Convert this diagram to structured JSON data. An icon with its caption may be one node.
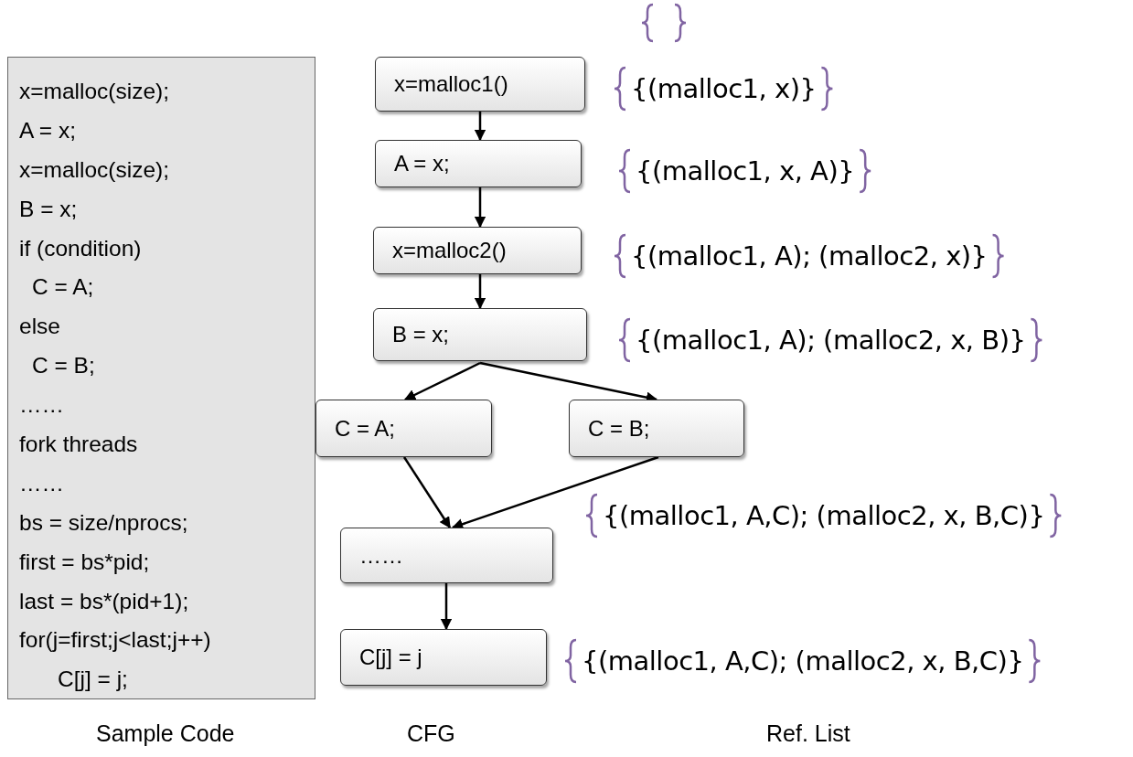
{
  "diagram": {
    "nodes": [
      {
        "text": [
          "x=malloc(size);",
          "A = x;",
          "x=malloc(size);",
          "B = x;",
          "if (condition)",
          "C = A;",
          "else",
          "C = B;",
          "……",
          "fork threads",
          "……",
          "bs = size/nprocs;",
          "first = bs*pid;",
          "last = bs*(pid+1);",
          "for(j=first;j<last;j++)",
          "C[j] = j;"
        ]
      },
      {
        "text": [
          "x=malloc1()"
        ]
      },
      {
        "text": [
          "A = x;"
        ]
      },
      {
        "text": [
          "x=malloc2()"
        ]
      },
      {
        "text": [
          "B = x;"
        ]
      },
      {
        "text": [
          "C = A;"
        ]
      },
      {
        "text": [
          "C = B;"
        ]
      },
      {
        "text": [
          "……"
        ]
      },
      {
        "text": [
          "C[j] = j"
        ]
      }
    ],
    "edges": [
      {
        "from": 1,
        "to": 2,
        "arrow": "to"
      },
      {
        "from": 2,
        "to": 3,
        "arrow": "to"
      },
      {
        "from": 3,
        "to": 4,
        "arrow": "to"
      },
      {
        "from": 4,
        "to": 5,
        "arrow": "to"
      },
      {
        "from": 4,
        "to": 6,
        "arrow": "to"
      },
      {
        "from": 5,
        "to": 7,
        "arrow": "to"
      },
      {
        "from": 6,
        "to": 7,
        "arrow": "to"
      },
      {
        "from": 7,
        "to": 8,
        "arrow": "to"
      }
    ],
    "labels": [
      "{(malloc1, x)}",
      "{(malloc1, x, A)}",
      "{(malloc1, A); (malloc2, x)}",
      "{(malloc1, A); (malloc2, x, B)}",
      "{(malloc1, A,C); (malloc2, x, B,C)}",
      "{(malloc1, A,C); (malloc2, x, B,C)}",
      "Sample Code",
      "CFG",
      "Ref. List"
    ]
  }
}
